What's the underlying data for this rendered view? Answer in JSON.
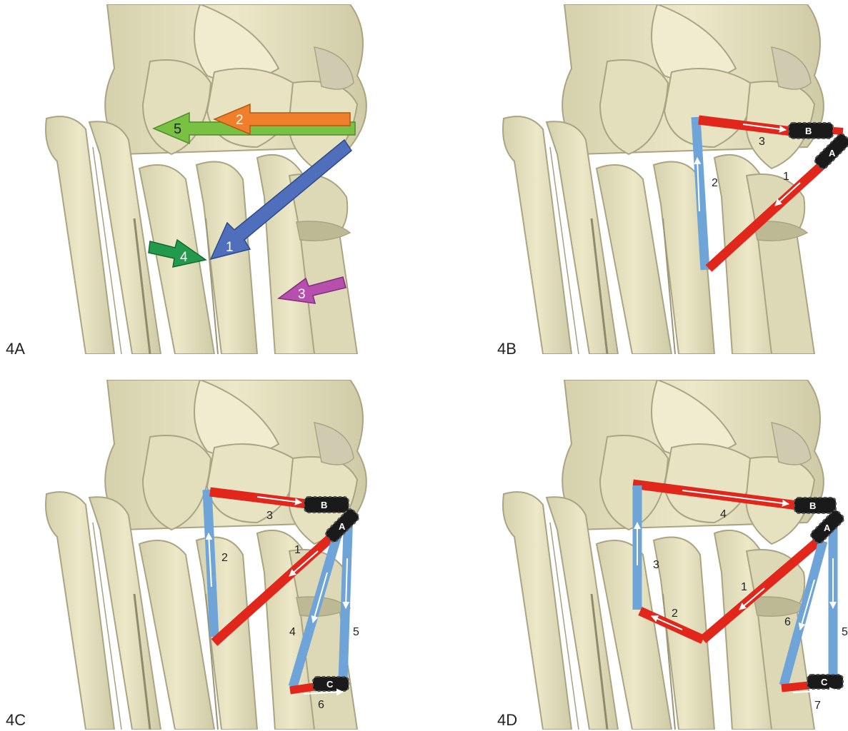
{
  "panels": {
    "a": {
      "tag": "4A",
      "arrows": [
        {
          "label": "1",
          "color": "#4f6fbd"
        },
        {
          "label": "2",
          "color": "#ef7f2a"
        },
        {
          "label": "3",
          "color": "#b64fae"
        },
        {
          "label": "4",
          "color": "#23994b"
        },
        {
          "label": "5",
          "color": "#79c143"
        }
      ]
    },
    "b": {
      "tag": "4B",
      "segments": {
        "s1": "1",
        "s2": "2",
        "s3": "3"
      },
      "anchors": {
        "a": "A",
        "b": "B"
      }
    },
    "c": {
      "tag": "4C",
      "segments": {
        "s1": "1",
        "s2": "2",
        "s3": "3",
        "s4": "4",
        "s5": "5",
        "s6": "6"
      },
      "anchors": {
        "a": "A",
        "b": "B",
        "c": "C"
      }
    },
    "d": {
      "tag": "4D",
      "segments": {
        "s1": "1",
        "s2": "2",
        "s3": "3",
        "s4": "4",
        "s5": "5",
        "s6": "6",
        "s7": "7"
      },
      "anchors": {
        "a": "A",
        "b": "B",
        "c": "C"
      }
    }
  },
  "colors": {
    "bone": "#e6e2c0",
    "bone_shadow": "#b7b292",
    "red_band": "#e1261c",
    "blue_band": "#6fa4d8",
    "anchor": "#1a1a1a"
  }
}
